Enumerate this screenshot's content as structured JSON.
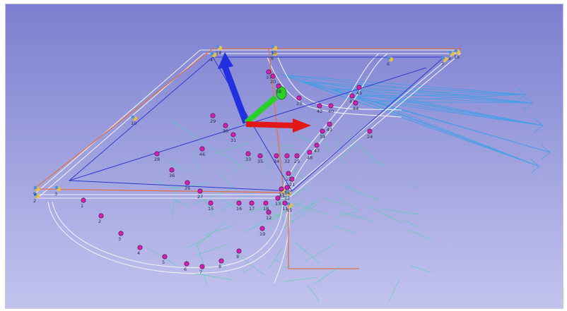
{
  "viewport": {
    "background_top": "#7b7fcf",
    "background_bottom": "#c3c3ee"
  },
  "colors": {
    "frame_white": "#f4f4f6",
    "frame_orange": "#e0734a",
    "frame_blue": "#2e3ad0",
    "connector_cyan": "#3aa0e8",
    "connector_green": "#46d9a0",
    "marker_magenta": "#d61fb0",
    "marker_dark": "#3a1640",
    "axis_x": "#e01818",
    "axis_y": "#28d028",
    "axis_z": "#2230e0"
  },
  "axes": [
    {
      "axis": "x",
      "color": "#e01818"
    },
    {
      "axis": "y",
      "color": "#28d028"
    },
    {
      "axis": "z",
      "color": "#2230e0"
    }
  ],
  "markers": [
    {
      "label": "1"
    },
    {
      "label": "2"
    },
    {
      "label": "3"
    },
    {
      "label": "4"
    },
    {
      "label": "5"
    },
    {
      "label": "6"
    },
    {
      "label": "7"
    },
    {
      "label": "8"
    },
    {
      "label": "9"
    },
    {
      "label": "15"
    },
    {
      "label": "16"
    },
    {
      "label": "17"
    },
    {
      "label": "18"
    },
    {
      "label": "19"
    },
    {
      "label": "12"
    },
    {
      "label": "13"
    },
    {
      "label": "14"
    },
    {
      "label": "11"
    },
    {
      "label": "10"
    },
    {
      "label": "22"
    },
    {
      "label": "21"
    },
    {
      "label": "36"
    },
    {
      "label": "26"
    },
    {
      "label": "27"
    },
    {
      "label": "28"
    },
    {
      "label": "29"
    },
    {
      "label": "31"
    },
    {
      "label": "30"
    },
    {
      "label": "33"
    },
    {
      "label": "35"
    },
    {
      "label": "20"
    },
    {
      "label": "23"
    },
    {
      "label": "42"
    },
    {
      "label": "40"
    },
    {
      "label": "41"
    },
    {
      "label": "39"
    },
    {
      "label": "47"
    },
    {
      "label": "48"
    },
    {
      "label": "24"
    },
    {
      "label": "25"
    },
    {
      "label": "32"
    },
    {
      "label": "34"
    },
    {
      "label": "37"
    },
    {
      "label": "38"
    },
    {
      "label": "43"
    },
    {
      "label": "44"
    },
    {
      "label": "45"
    },
    {
      "label": "46"
    }
  ],
  "corner_labels": [
    {
      "label": "2"
    },
    {
      "label": "3"
    },
    {
      "label": "4"
    },
    {
      "label": "5"
    },
    {
      "label": "6"
    },
    {
      "label": "7"
    },
    {
      "label": "8"
    },
    {
      "label": "9"
    },
    {
      "label": "10"
    },
    {
      "label": "11"
    },
    {
      "label": "12"
    },
    {
      "label": "13"
    },
    {
      "label": "14"
    },
    {
      "label": "15"
    },
    {
      "label": "16"
    }
  ]
}
